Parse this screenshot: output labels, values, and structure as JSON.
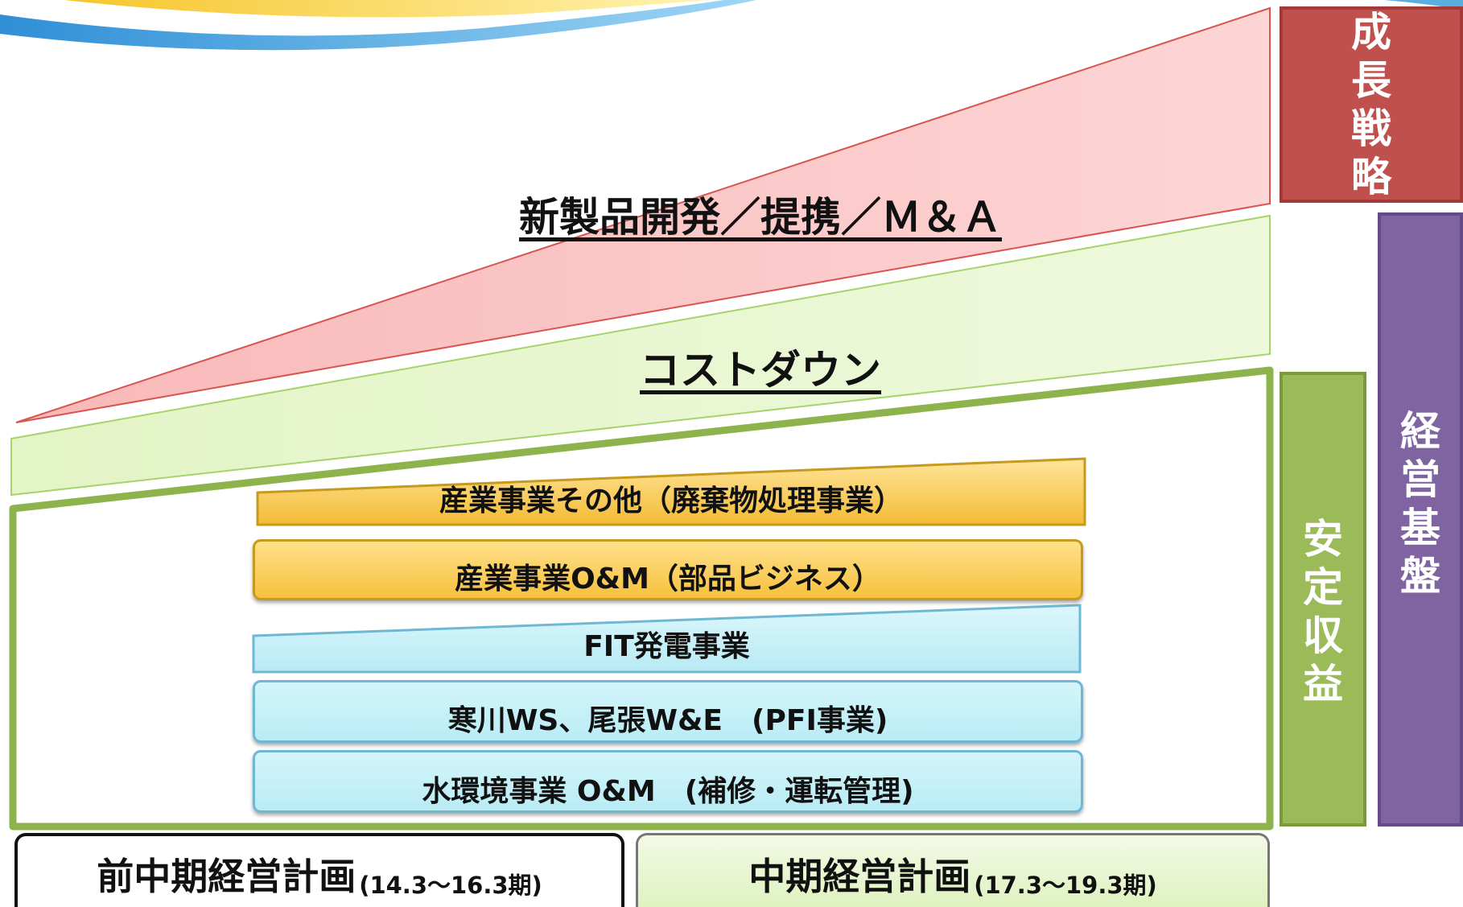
{
  "top_wedge_label": "新製品開発／提携／Ｍ＆Ａ",
  "middle_wedge_label": "コストダウン",
  "bars": [
    {
      "label": "産業事業その他（廃棄物処理事業）"
    },
    {
      "label": "産業事業O&M（部品ビジネス）"
    },
    {
      "label": "FIT発電事業"
    },
    {
      "label": "寒川WS、尾張W&E　(PFI事業)"
    },
    {
      "label": "水環境事業 O&M　(補修・運転管理)"
    }
  ],
  "side_boxes": {
    "growth": {
      "chars": [
        "成",
        "長",
        "戦",
        "略"
      ]
    },
    "stable": {
      "chars": [
        "安",
        "定",
        "収",
        "益"
      ]
    },
    "foundation": {
      "chars": [
        "経",
        "営",
        "基",
        "盤"
      ]
    }
  },
  "plans": {
    "previous": {
      "title": "前中期経営計画",
      "period": "(14.3～16.3期)"
    },
    "current": {
      "title": "中期経営計画",
      "period": "(17.3～19.3期)"
    }
  },
  "colors": {
    "growth_red": "#c0504d",
    "stable_green": "#9bbb59",
    "foundation_purple": "#8064a2",
    "wedge_pink": "#fbc8c8",
    "wedge_green": "#e8f6cf"
  }
}
